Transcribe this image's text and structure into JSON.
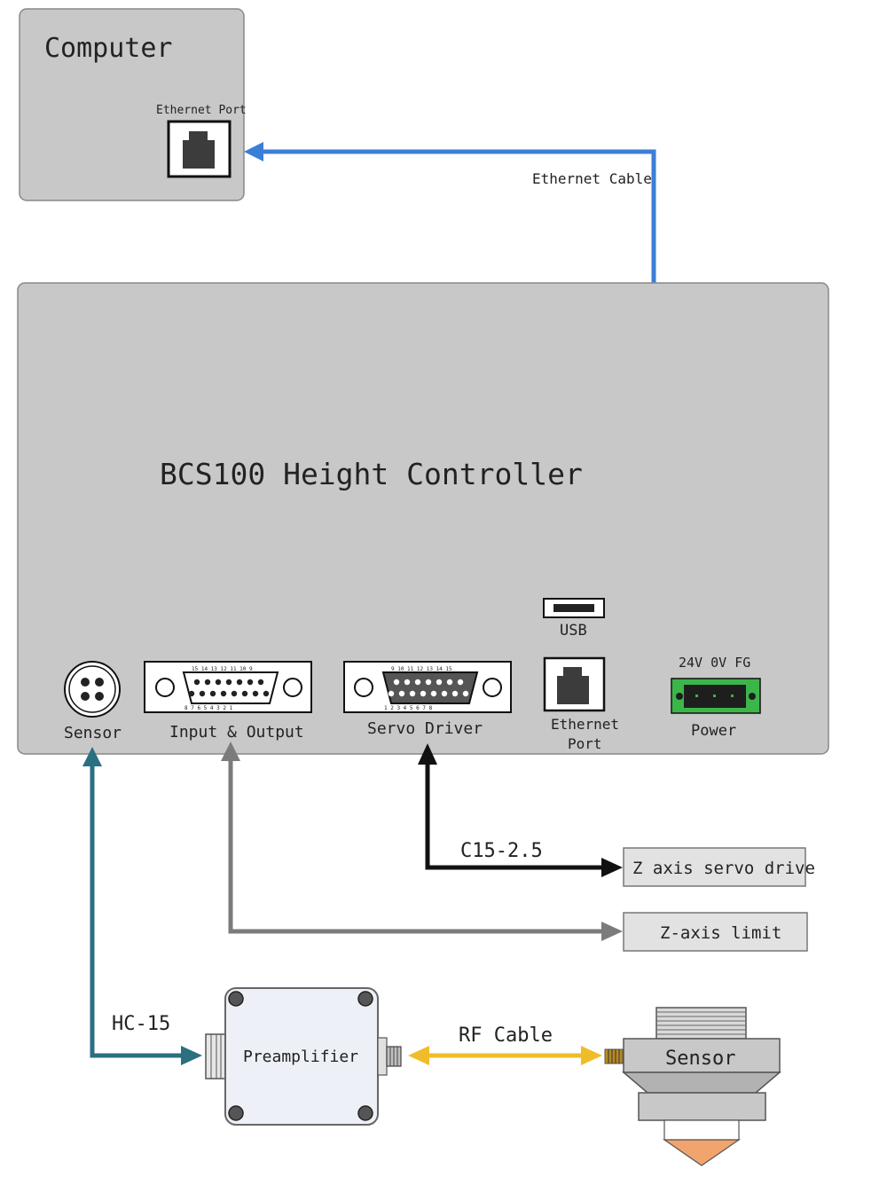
{
  "computer": {
    "title": "Computer",
    "port_label": "Ethernet Port"
  },
  "controller": {
    "title": "BCS100 Height Controller",
    "usb_label": "USB",
    "sensor_label": "Sensor",
    "io_label": "Input & Output",
    "servo_label": "Servo Driver",
    "eth_label_1": "Ethernet",
    "eth_label_2": "Port",
    "power_label": "Power",
    "power_pins": "24V 0V FG",
    "db15_io_top": "15 14 13 12 11 10 9",
    "db15_io_bottom": "8 7 6 5 4 3 2 1",
    "db15_servo_top": "9 10 11 12 13 14 15",
    "db15_servo_bottom": "1 2 3 4 5 6 7 8"
  },
  "cables": {
    "ethernet": "Ethernet Cable",
    "servo": "C15-2.5",
    "sensor": "HC-15",
    "rf": "RF Cable"
  },
  "targets": {
    "z_servo": "Z axis servo drive",
    "z_limit": "Z-axis limit"
  },
  "preamp": {
    "label": "Preamplifier"
  },
  "sensor_head": {
    "label": "Sensor"
  },
  "colors": {
    "panel": "#c9c8c9",
    "ethernet_cable": "#3a7fd6",
    "servo_cable": "#111111",
    "io_cable": "#7b7b7b",
    "sensor_cable": "#2a6f82",
    "rf_cable": "#f0bd2a",
    "power_connector": "#3cb64a",
    "nozzle": "#f2a46f"
  }
}
